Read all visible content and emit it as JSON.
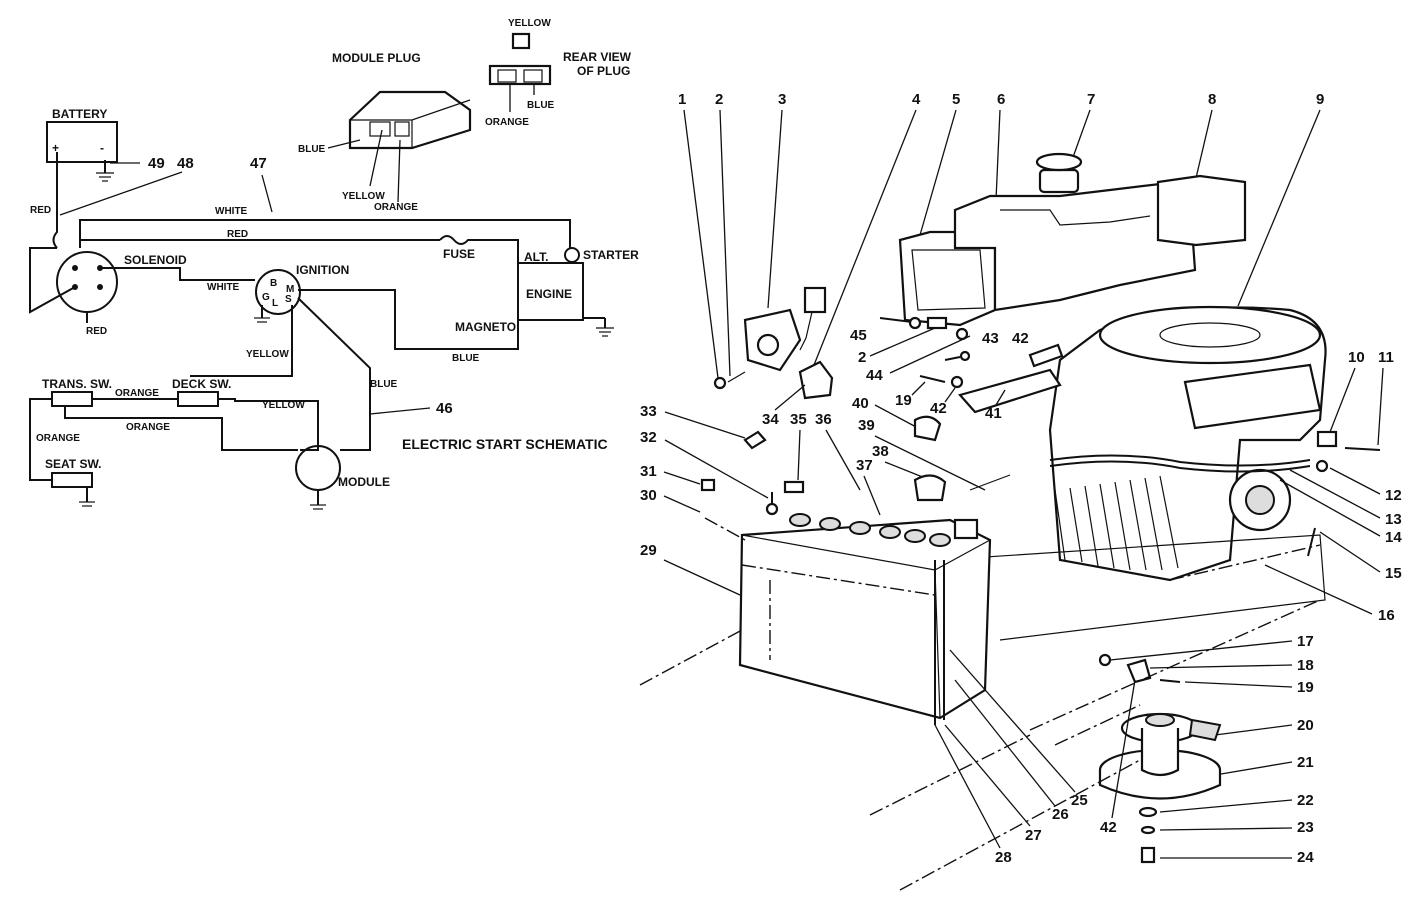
{
  "schematic": {
    "title": "ELECTRIC START SCHEMATIC",
    "components": {
      "battery": "BATTERY",
      "battery_pos": "+",
      "battery_neg": "-",
      "solenoid": "SOLENOID",
      "ignition": "IGNITION",
      "engine": "ENGINE",
      "starter": "STARTER",
      "fuse": "FUSE",
      "alt": "ALT.",
      "magneto": "MAGNETO",
      "module": "MODULE",
      "trans_sw": "TRANS. SW.",
      "deck_sw": "DECK SW.",
      "seat_sw": "SEAT SW."
    },
    "ignition_terminals": [
      "B",
      "G",
      "L",
      "S",
      "M"
    ],
    "wire_labels": {
      "red_battery": "RED",
      "white_top": "WHITE",
      "red_fuse": "RED",
      "white_solenoid": "WHITE",
      "red_solenoid": "RED",
      "yellow_ignition": "YELLOW",
      "blue_magneto": "BLUE",
      "blue_module": "BLUE",
      "orange_trans": "ORANGE",
      "yellow_deck": "YELLOW",
      "orange_loop": "ORANGE",
      "orange_left": "ORANGE"
    },
    "callouts": [
      "49",
      "48",
      "47",
      "46"
    ]
  },
  "module_plug": {
    "title": "MODULE PLUG",
    "wires": [
      "BLUE",
      "YELLOW",
      "ORANGE"
    ]
  },
  "rear_view": {
    "title_line1": "REAR VIEW",
    "title_line2": "OF PLUG",
    "wires": [
      "YELLOW",
      "ORANGE",
      "BLUE"
    ]
  },
  "exploded_view": {
    "top_numbers": [
      "1",
      "2",
      "3",
      "4",
      "5",
      "6",
      "7",
      "8",
      "9"
    ],
    "right_numbers": [
      "10",
      "11",
      "12",
      "13",
      "14",
      "15",
      "16",
      "17",
      "18",
      "19",
      "20",
      "21",
      "22",
      "23",
      "24"
    ],
    "bottom_numbers": [
      "42",
      "25",
      "26",
      "27",
      "28"
    ],
    "left_numbers": [
      "33",
      "32",
      "31",
      "30",
      "29"
    ],
    "battery_area_numbers": [
      "34",
      "35",
      "36",
      "37",
      "38",
      "39",
      "40"
    ],
    "middle_numbers": [
      "45",
      "2",
      "44",
      "43",
      "42",
      "19",
      "42",
      "41"
    ]
  }
}
